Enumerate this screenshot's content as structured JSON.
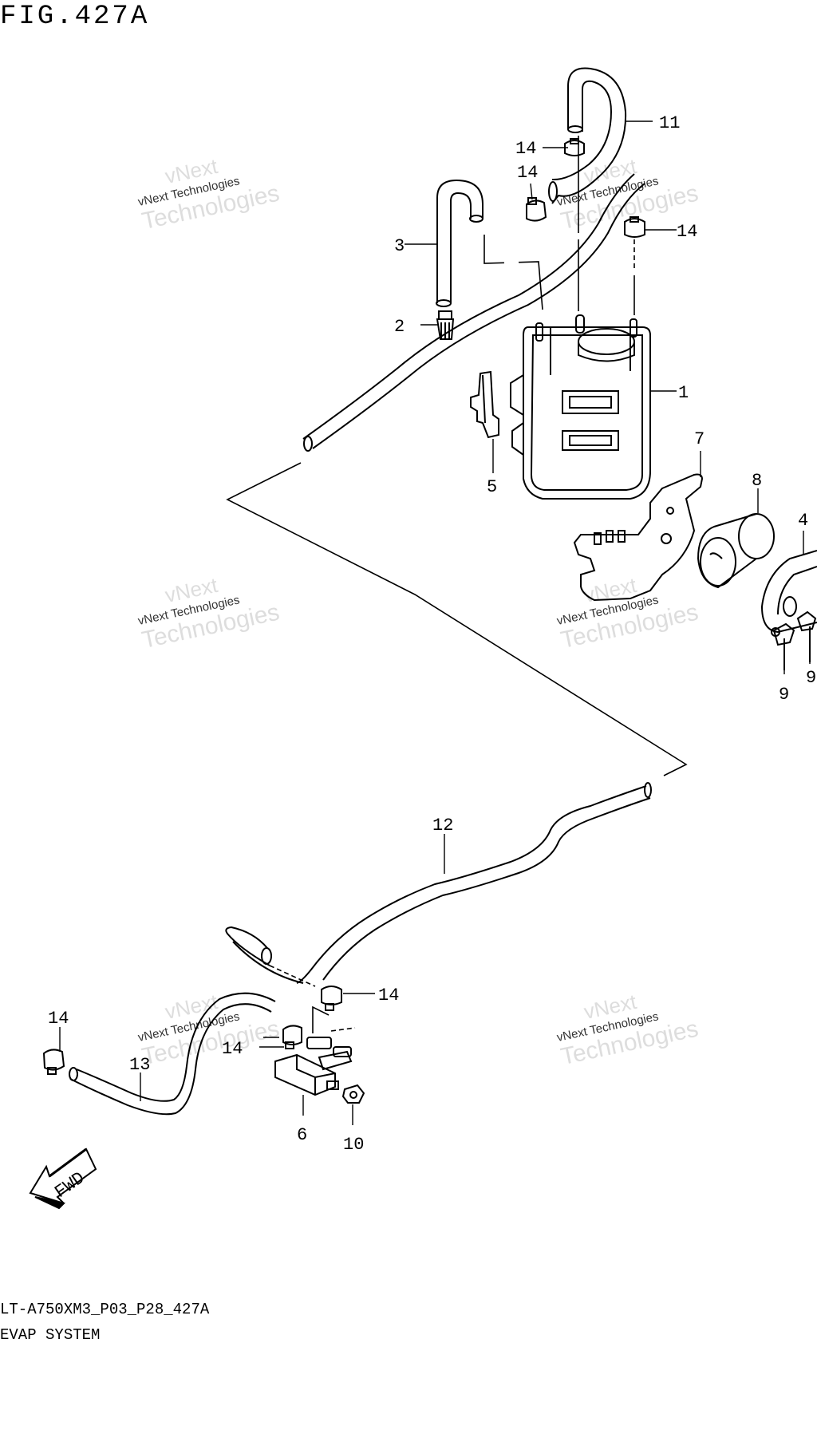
{
  "figure": {
    "title": "FIG.427A"
  },
  "footer": {
    "code": "LT-A750XM3_P03_P28_427A",
    "name": "EVAP SYSTEM"
  },
  "watermark": {
    "line1": "vNext",
    "line2": "vNext Technologies",
    "line3": "Technologies"
  },
  "fwd_label": "FWD",
  "callouts": {
    "c1": "1",
    "c2": "2",
    "c3": "3",
    "c4": "4",
    "c5": "5",
    "c6": "6",
    "c7": "7",
    "c8": "8",
    "c9a": "9",
    "c9b": "9",
    "c10": "10",
    "c11": "11",
    "c12": "12",
    "c13": "13",
    "c14a": "14",
    "c14b": "14",
    "c14c": "14",
    "c14d": "14",
    "c14e": "14",
    "c14f": "14"
  }
}
